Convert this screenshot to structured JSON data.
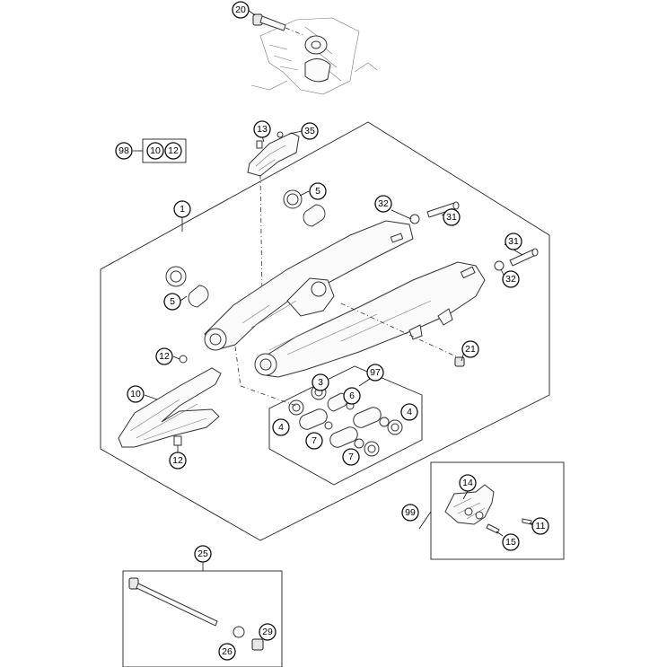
{
  "callouts": {
    "c20": "20",
    "c98": "98",
    "c10a": "10",
    "c12a": "12",
    "c13": "13",
    "c35": "35",
    "c1": "1",
    "c5a": "5",
    "c5b": "5",
    "c32a": "32",
    "c31a": "31",
    "c31b": "31",
    "c32b": "32",
    "c21": "21",
    "c12b": "12",
    "c10b": "10",
    "c12c": "12",
    "c3": "3",
    "c97": "97",
    "c6": "6",
    "c4a": "4",
    "c4b": "4",
    "c7a": "7",
    "c7b": "7",
    "c14": "14",
    "c99": "99",
    "c11": "11",
    "c15": "15",
    "c25": "25",
    "c26": "26",
    "c29": "29"
  }
}
